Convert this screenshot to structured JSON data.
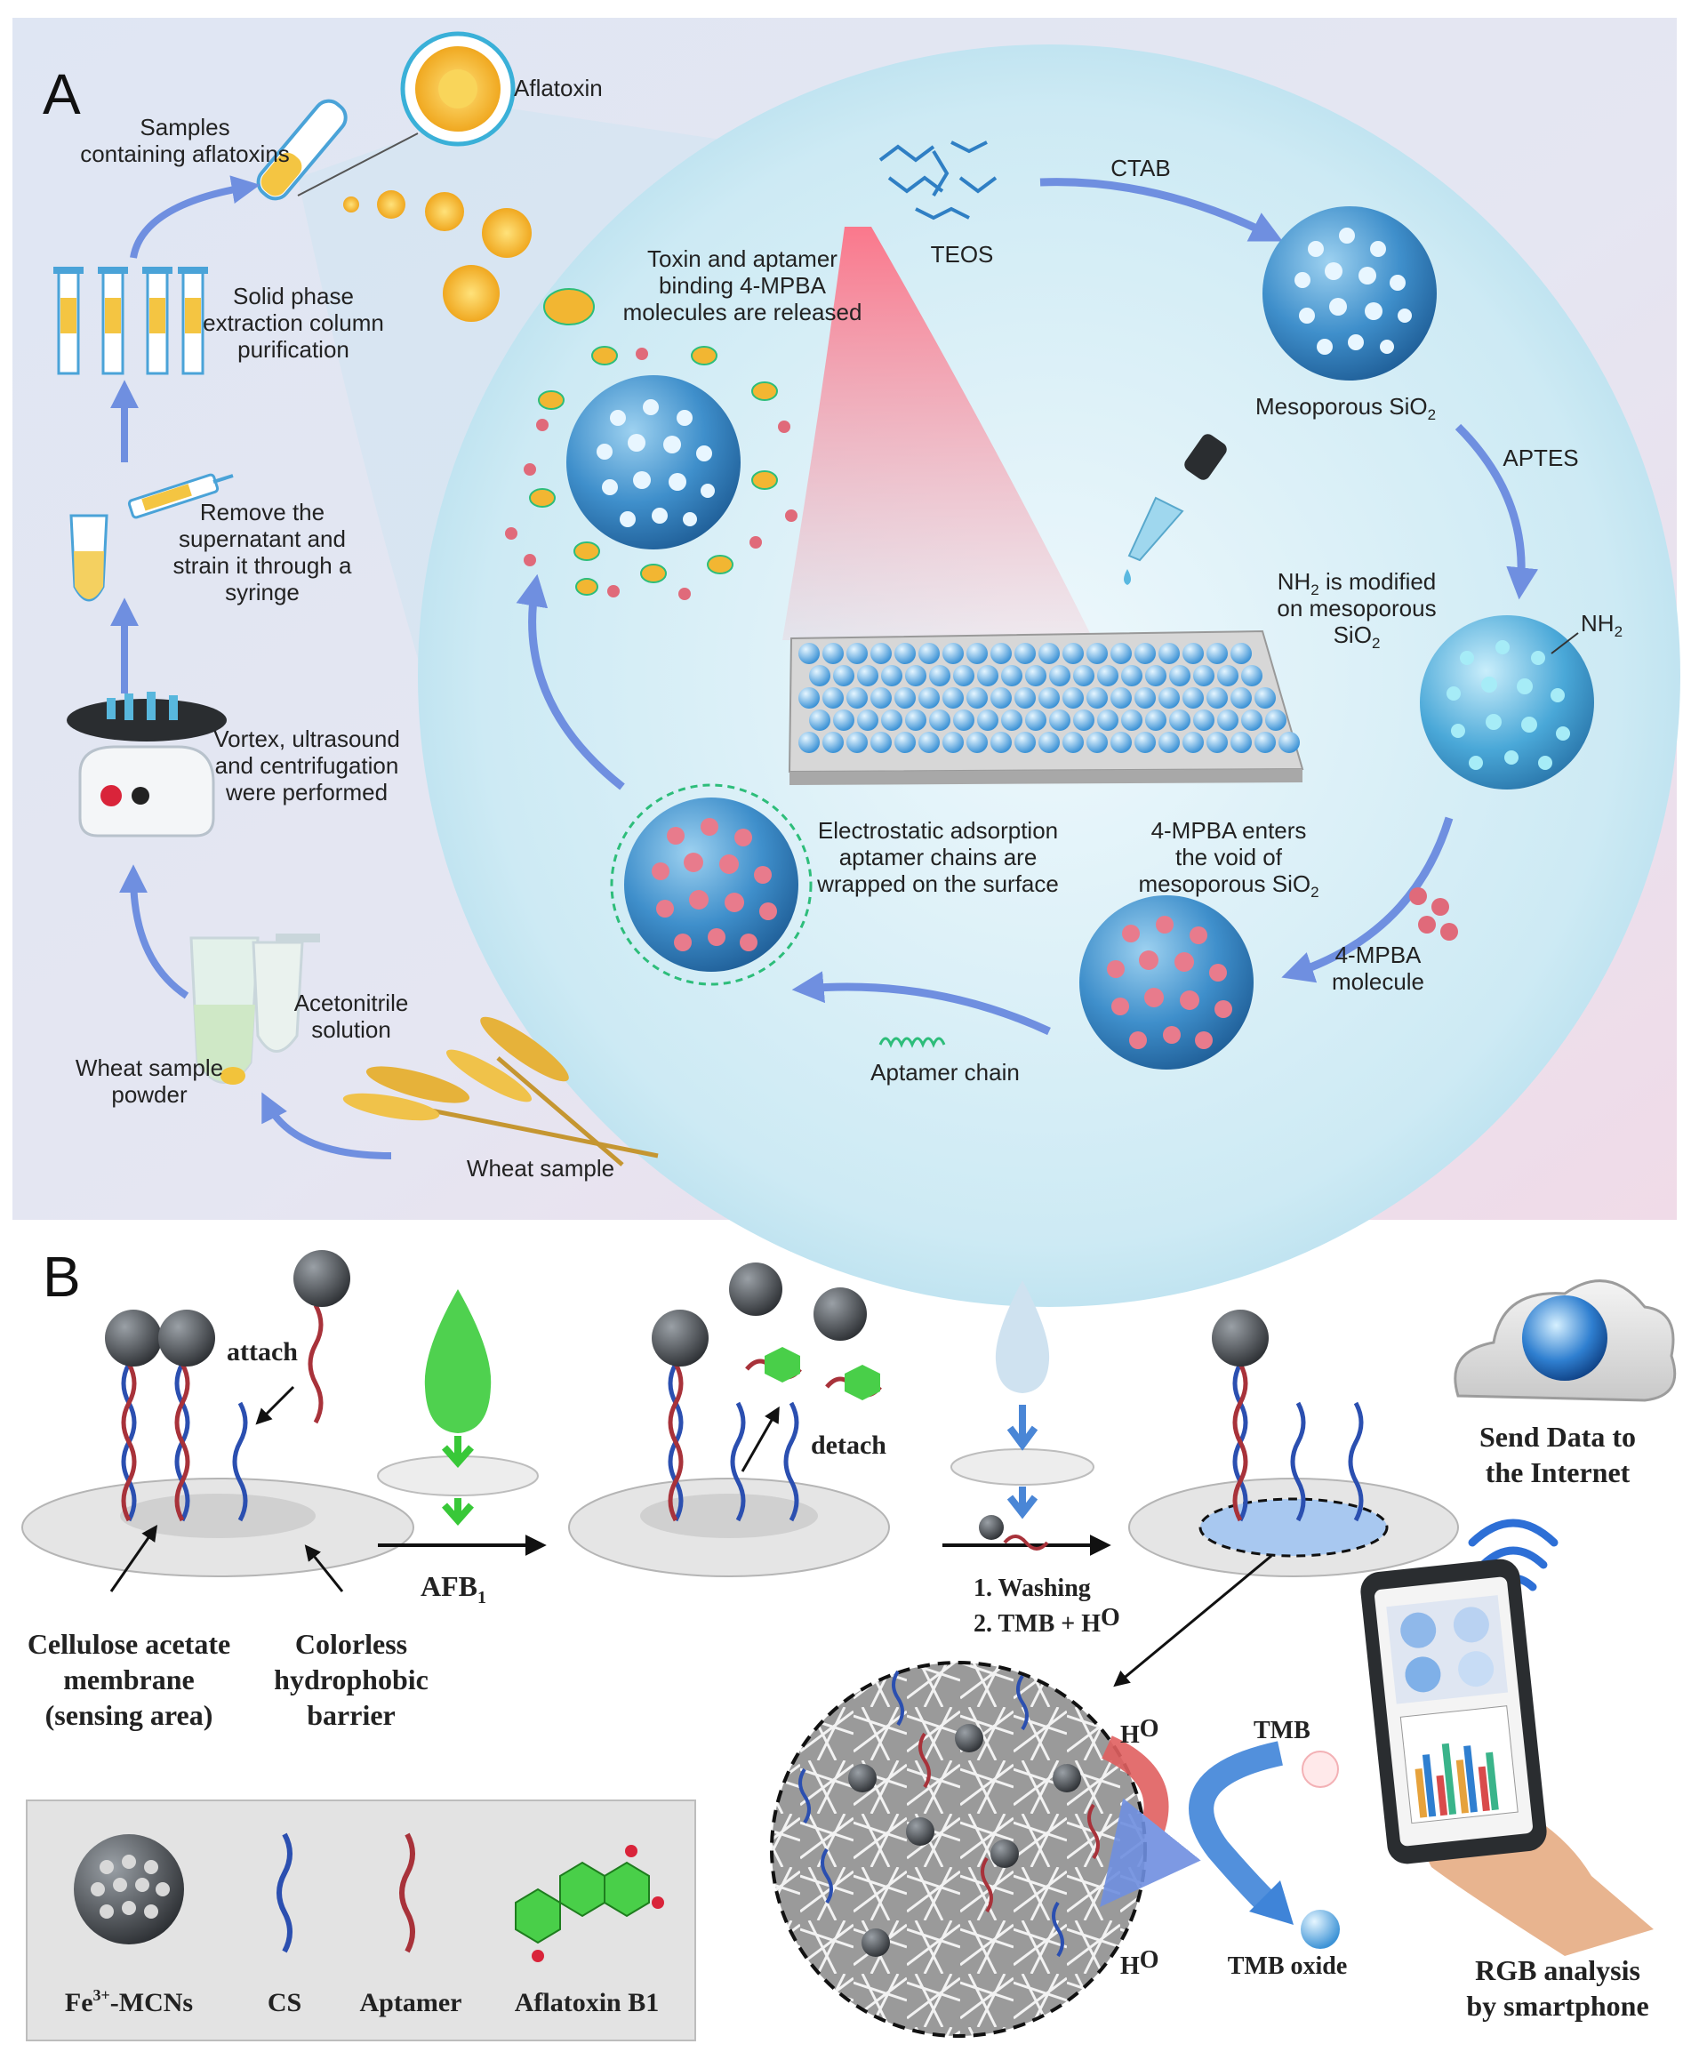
{
  "panelA": {
    "letter": "A",
    "aflatoxin": "Aflatoxin",
    "samples_line1": "Samples",
    "samples_line2": "containing aflatoxins",
    "spe_line1": "Solid phase",
    "spe_line2": "extraction column",
    "spe_line3": "purification",
    "remove_line1": "Remove the",
    "remove_line2": "supernatant and",
    "remove_line3": "strain it through a",
    "remove_line4": "syringe",
    "vortex_line1": "Vortex, ultrasound",
    "vortex_line2": "and centrifugation",
    "vortex_line3": "were performed",
    "acetonitrile_line1": "Acetonitrile",
    "acetonitrile_line2": "solution",
    "wheat_powder_line1": "Wheat sample",
    "wheat_powder_line2": "powder",
    "wheat_sample": "Wheat sample",
    "toxin_line1": "Toxin and aptamer",
    "toxin_line2": "binding 4-MPBA",
    "toxin_line3": "molecules are released",
    "teos": "TEOS",
    "ctab": "CTAB",
    "meso_sio2": "Mesoporous SiO",
    "sub2": "2",
    "aptes": "APTES",
    "nh2_mod_line1a": "NH",
    "nh2_mod_line1b": " is modified",
    "nh2_mod_line2": "on mesoporous",
    "nh2_mod_line3": "SiO",
    "nh2_label": "NH",
    "mpba_enter_line1": "4-MPBA enters",
    "mpba_enter_line2": "the void of",
    "mpba_enter_line3": "mesoporous SiO",
    "mpba_mol_line1": "4-MPBA",
    "mpba_mol_line2": "molecule",
    "electro_line1": "Electrostatic adsorption",
    "electro_line2": "aptamer chains are",
    "electro_line3": "wrapped on the surface",
    "aptamer_chain": "Aptamer chain"
  },
  "panelB": {
    "letter": "B",
    "attach": "attach",
    "detach": "detach",
    "afb": "AFB",
    "afb_sub": "1",
    "washing": "1. Washing",
    "tmb_h2o2_a": "2. TMB + H",
    "tmb_h2o2_b": "O",
    "cellulose_line1": "Cellulose acetate",
    "cellulose_line2": "membrane",
    "cellulose_line3": "(sensing area)",
    "barrier_line1": "Colorless",
    "barrier_line2": "hydrophobic",
    "barrier_line3": "barrier",
    "send_line1": "Send Data to",
    "send_line2": "the Internet",
    "h2o2_a": "H",
    "h2o2_b": "O",
    "h2o_a": "H",
    "h2o_b": "O",
    "tmb": "TMB",
    "tmb_oxide": "TMB oxide",
    "rgb_line1": "RGB analysis",
    "rgb_line2": "by smartphone",
    "legend_fe": "Fe",
    "legend_fe_sup": "3+",
    "legend_fe_rest": "-MCNs",
    "legend_cs": "CS",
    "legend_aptamer": "Aptamer",
    "legend_afb1": "Aflatoxin B1"
  },
  "colors": {
    "arrow_blue": "#6f8fe0",
    "sphere_blue": "#3b88c4",
    "mpba_red": "#e06a7a",
    "toxin_yellow": "#f2b632",
    "dna_blue": "#2b4fb0",
    "dna_red": "#a8323a",
    "molecule_green": "#38c838"
  }
}
